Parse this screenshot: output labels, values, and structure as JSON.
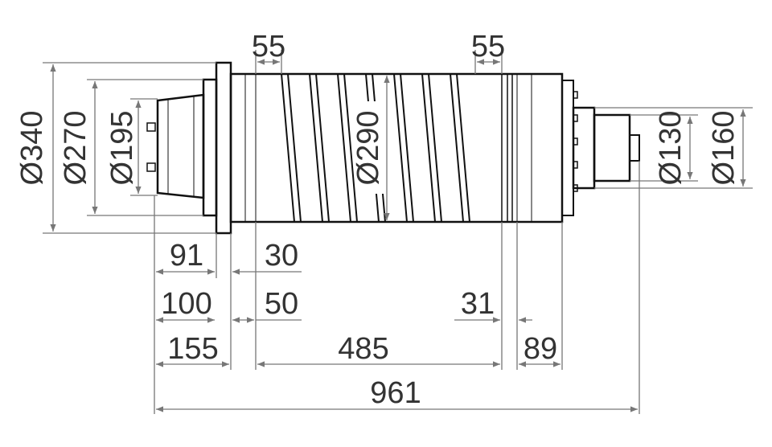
{
  "diagram": {
    "dimensions": {
      "d340": "Ø340",
      "d270": "Ø270",
      "d195": "Ø195",
      "d290": "Ø290",
      "d130": "Ø130",
      "d160": "Ø160",
      "w55_left": "55",
      "w55_right": "55",
      "l91": "91",
      "l30": "30",
      "l100": "100",
      "l50": "50",
      "l31": "31",
      "l155": "155",
      "l485": "485",
      "l89": "89",
      "l961": "961"
    },
    "colors": {
      "body": "#111111",
      "dimension": "#777777",
      "text": "#333333"
    }
  }
}
